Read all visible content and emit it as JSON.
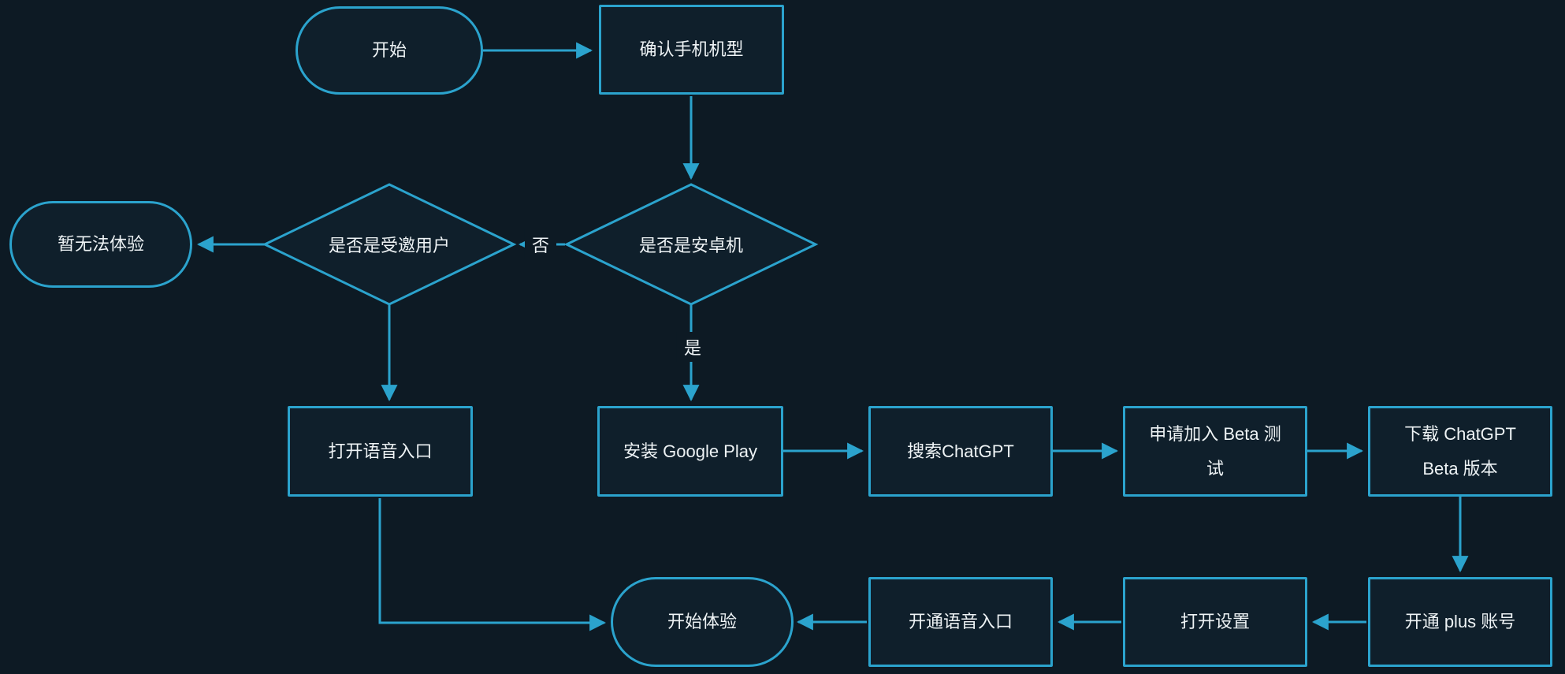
{
  "colors": {
    "background": "#0d1a24",
    "accent": "#2ba3cd",
    "node_fill": "#0f1f2b",
    "text": "#eef3f5"
  },
  "nodes": {
    "start": {
      "label": "开始",
      "shape": "stadium"
    },
    "confirm_model": {
      "label": "确认手机机型",
      "shape": "rect"
    },
    "is_android": {
      "label": "是否是安卓机",
      "shape": "diamond"
    },
    "is_invited": {
      "label": "是否是受邀用户",
      "shape": "diamond"
    },
    "no_experience": {
      "label": "暂无法体验",
      "shape": "stadium"
    },
    "open_voice_entry": {
      "label": "打开语音入口",
      "shape": "rect"
    },
    "install_gplay": {
      "label": "安装 Google Play",
      "shape": "rect"
    },
    "search_chatgpt": {
      "label": "搜索ChatGPT",
      "shape": "rect"
    },
    "apply_beta": {
      "label": "申请加入 Beta 测试",
      "shape": "rect"
    },
    "download_beta": {
      "label": "下载 ChatGPT Beta 版本",
      "shape": "rect"
    },
    "plus_account": {
      "label": "开通 plus 账号",
      "shape": "rect"
    },
    "open_settings": {
      "label": "打开设置",
      "shape": "rect"
    },
    "enable_voice_entry": {
      "label": "开通语音入口",
      "shape": "rect"
    },
    "start_experience": {
      "label": "开始体验",
      "shape": "stadium"
    }
  },
  "edge_labels": {
    "no": "否",
    "yes": "是"
  }
}
